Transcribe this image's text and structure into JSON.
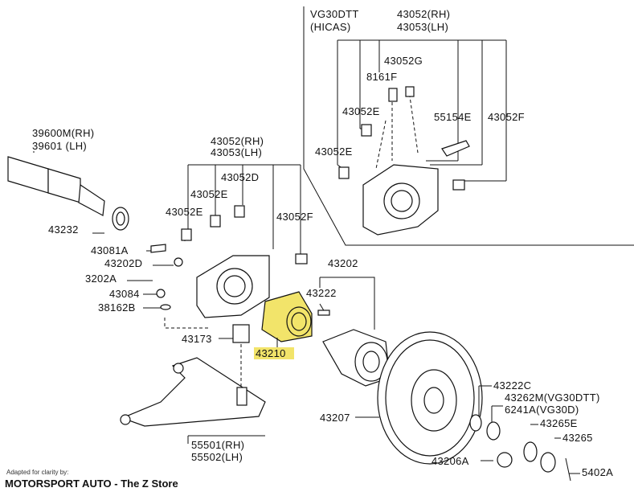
{
  "labels": {
    "hicas_title_1": "VG30DTT",
    "hicas_title_2": "(HICAS)",
    "hicas_43052_rh": "43052(RH)",
    "hicas_43053_lh": "43053(LH)",
    "hicas_43052g": "43052G",
    "hicas_8161f": "8161F",
    "hicas_43052e_a": "43052E",
    "hicas_55154e": "55154E",
    "hicas_43052f": "43052F",
    "hicas_43052e_b": "43052E",
    "p39600m": "39600M(RH)",
    "p39601": "39601  (LH)",
    "p43052_rh": "43052(RH)",
    "p43053_lh": "43053(LH)",
    "p43052d": "43052D",
    "p43052e_a": "43052E",
    "p43052e_b": "43052E",
    "p43052f": "43052F",
    "p43232": "43232",
    "p43081a": "43081A",
    "p43202d": "43202D",
    "p3202a": "3202A",
    "p43084": "43084",
    "p38162b": "38162B",
    "p43202": "43202",
    "p43222": "43222",
    "p43173": "43173",
    "p43210": "43210",
    "p43207": "43207",
    "p43222c": "43222C",
    "p43262m": "43262M(VG30DTT)",
    "p6241a": "6241A(VG30D)",
    "p43265e": "43265E",
    "p43265": "43265",
    "p43206a": "43206A",
    "p5402a": "5402A",
    "p55501": "55501(RH)",
    "p55502": "55502(LH)"
  },
  "footer": {
    "adapted": "Adapted for clarity by:",
    "brand": "MOTORSPORT AUTO - The Z Store"
  },
  "colors": {
    "highlight": "#f2e46a",
    "ink": "#111111"
  }
}
